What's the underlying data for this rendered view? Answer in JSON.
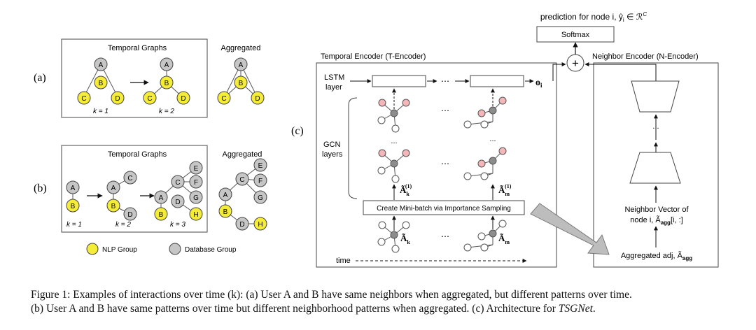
{
  "colors": {
    "nlp": "#f5ec37",
    "database": "#c6c6c6",
    "gcn_center": "#8c8c8c",
    "gcn_neighbor": "#f4b6b8",
    "arrow_fill": "#bdbdbd"
  },
  "panel_a": {
    "label": "(a)",
    "title": "Temporal Graphs",
    "aggregated": "Aggregated",
    "k1": "k = 1",
    "k2": "k = 2"
  },
  "panel_b": {
    "label": "(b)",
    "title": "Temporal Graphs",
    "aggregated": "Aggregated",
    "k1": "k = 1",
    "k2": "k = 2",
    "k3": "k = 3"
  },
  "legend": {
    "nlp": "NLP Group",
    "database": "Database Group"
  },
  "nodes": {
    "A": "A",
    "B": "B",
    "C": "C",
    "D": "D",
    "E": "E",
    "F": "F",
    "G": "G",
    "H": "H"
  },
  "panel_c": {
    "label": "(c)",
    "prediction": "prediction for node i, ŷ",
    "prediction_sub": "i",
    "prediction_tail": " ∈ ℛ",
    "prediction_sup": "C",
    "softmax": "Softmax",
    "plus": "+",
    "t_encoder": "Temporal Encoder (T-Encoder)",
    "n_encoder": "Neighbor Encoder (N-Encoder)",
    "lstm_line1": "LSTM",
    "lstm_line2": "layer",
    "gcn_line1": "GCN",
    "gcn_line2": "layers",
    "ellipsis": "...",
    "dots": "⋯",
    "o_base": "o",
    "o_sub": "i",
    "ak1_base": "Ã",
    "ak1_sub": "k",
    "ak1_sup": "(1)",
    "am1_base": "Ã",
    "am1_sub": "m",
    "am1_sup": "(1)",
    "ak_base": "Ã",
    "ak_sub": "k",
    "am_base": "Ã",
    "am_sub": "m",
    "minibatch": "Create Mini-batch via Importance Sampling",
    "time": "time",
    "neighbor_vec_line1": "Neighbor Vector of",
    "neighbor_vec_line2": "node i, Ã",
    "neighbor_vec_sub": "agg",
    "neighbor_vec_tail": "[i, :]",
    "agg_adj": "Aggregated adj, Ã",
    "agg_adj_sub": "agg"
  },
  "caption": {
    "line1": "Figure 1: Examples of interactions over time (k): (a) User A and B have same neighbors when aggregated, but different patterns over time.",
    "line2_main": "(b) User A and B have same patterns over time but different neighborhood patterns when aggregated. (c) Architecture for ",
    "line2_em": "TSGNet",
    "line2_end": "."
  }
}
